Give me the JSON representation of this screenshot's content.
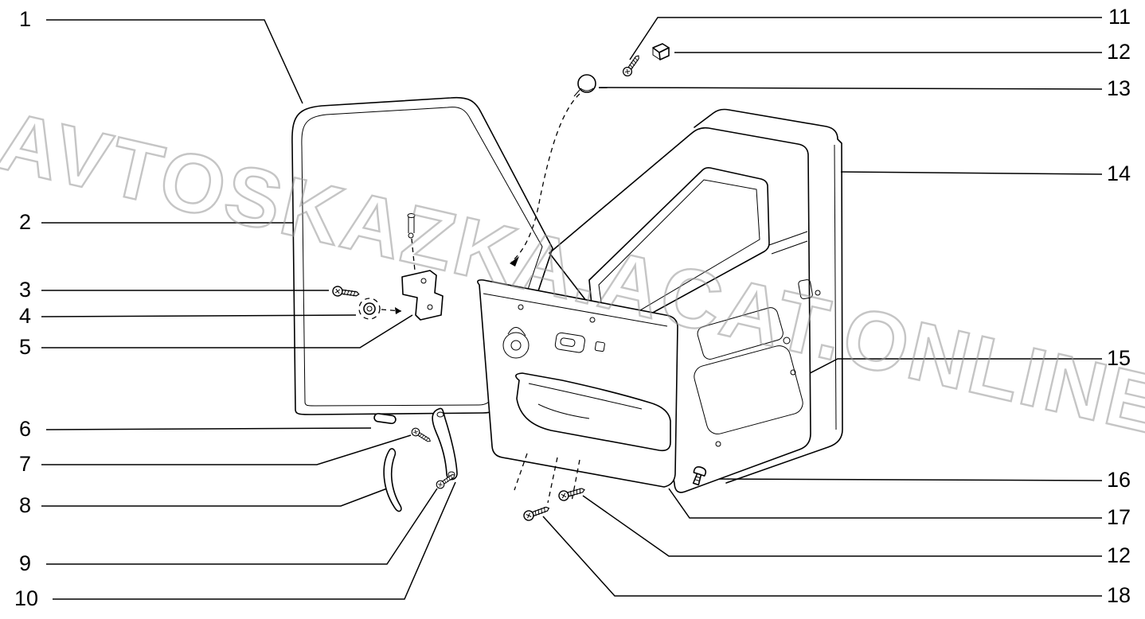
{
  "watermark": {
    "text": "AVTOSKAZKA.ACAT.ONLINE"
  },
  "callouts_left": [
    {
      "label": "1"
    },
    {
      "label": "2"
    },
    {
      "label": "3"
    },
    {
      "label": "4"
    },
    {
      "label": "5"
    },
    {
      "label": "6"
    },
    {
      "label": "7"
    },
    {
      "label": "8"
    },
    {
      "label": "9"
    },
    {
      "label": "10"
    }
  ],
  "callouts_right": [
    {
      "label": "11"
    },
    {
      "label": "12"
    },
    {
      "label": "13"
    },
    {
      "label": "14"
    },
    {
      "label": "15"
    },
    {
      "label": "16"
    },
    {
      "label": "17"
    },
    {
      "label": "12"
    },
    {
      "label": "18"
    }
  ]
}
